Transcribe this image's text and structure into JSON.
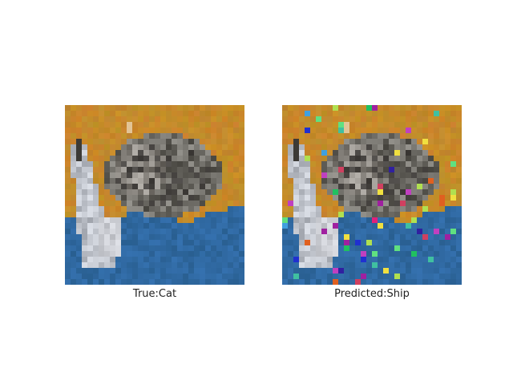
{
  "panels": [
    {
      "id": "true",
      "label": "True:Cat",
      "image": "cat"
    },
    {
      "id": "pred",
      "label": "Predicted:Ship",
      "image": "cat-perturbed"
    }
  ],
  "colors": {
    "background_gold": "#c58a2a",
    "sea_blue": "#2f6ea8",
    "cat_gray": "#8e8e88",
    "dark_gray": "#3e3c3a",
    "light": "#d8d4c8"
  }
}
